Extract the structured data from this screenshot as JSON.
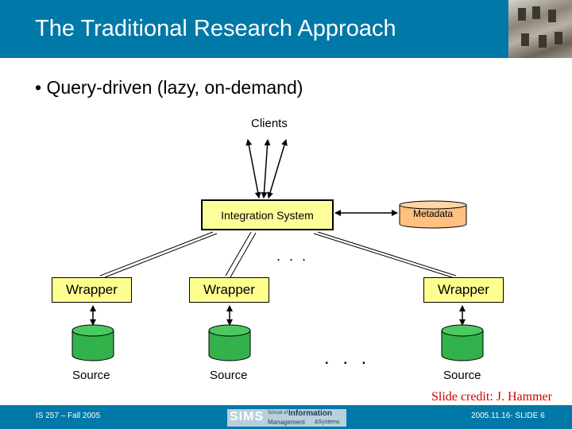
{
  "slide": {
    "title": "The Traditional Research Approach",
    "bullet": "• Query-driven (lazy, on-demand)"
  },
  "diagram": {
    "clients_label": "Clients",
    "integration_label": "Integration System",
    "metadata_label": "Metadata",
    "wrappers": [
      "Wrapper",
      "Wrapper",
      "Wrapper"
    ],
    "sources": [
      "Source",
      "Source",
      "Source"
    ],
    "ellipsis": ". . .",
    "ellipsis_large": ". . ."
  },
  "credit": "Slide credit: J. Hammer",
  "footer": {
    "left": "IS 257 – Fall 2005",
    "right": "2005.11.16- SLIDE 6",
    "logo_sims": "SIMS",
    "logo_school_of": "School of",
    "logo_information": "Information",
    "logo_management": "Management",
    "logo_and_systems": "&Systems"
  },
  "colors": {
    "header_blue": "#0078a8",
    "box_yellow": "#ffff99",
    "metadata_orange": "#ffc080",
    "source_green": "#33b14a",
    "credit_red": "#cc0000"
  }
}
